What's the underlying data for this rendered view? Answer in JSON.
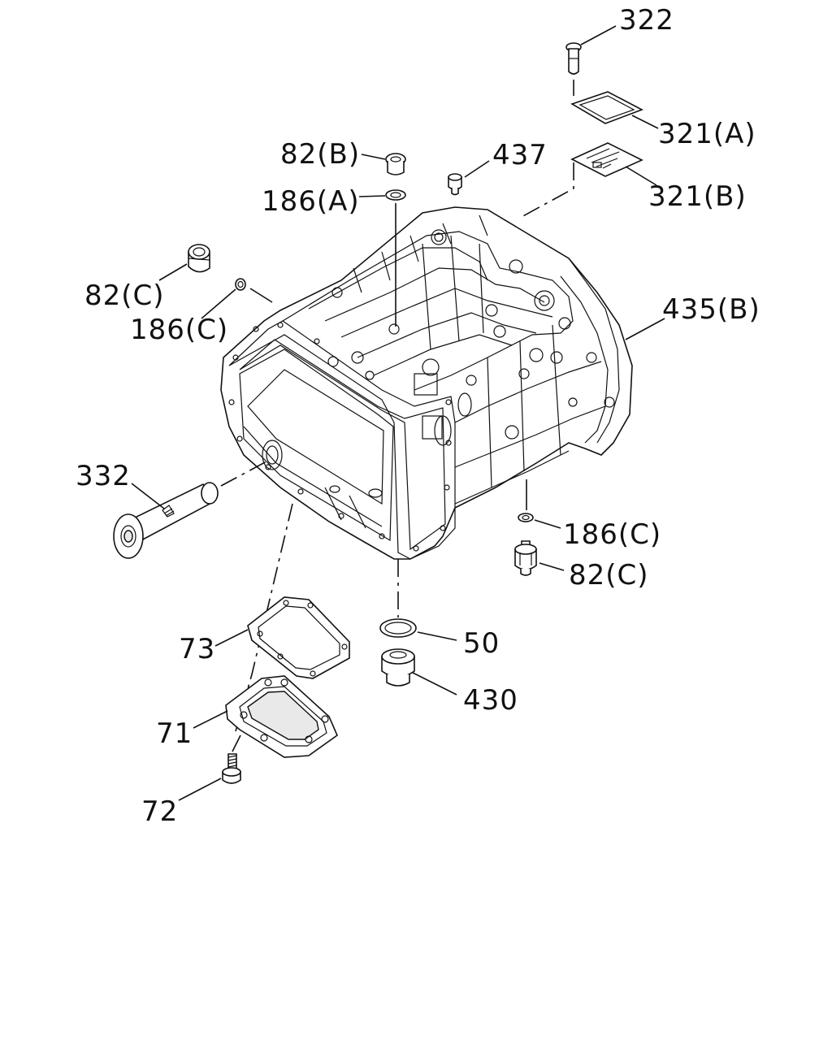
{
  "labels": {
    "p322": "322",
    "p321a": "321(A)",
    "p321b": "321(B)",
    "p82b": "82(B)",
    "p437": "437",
    "p186a": "186(A)",
    "p82c_left": "82(C)",
    "p186c_left": "186(C)",
    "p435b": "435(B)",
    "p332": "332",
    "p186c_right": "186(C)",
    "p82c_right": "82(C)",
    "p73": "73",
    "p50": "50",
    "p430": "430",
    "p71": "71",
    "p72": "72"
  }
}
